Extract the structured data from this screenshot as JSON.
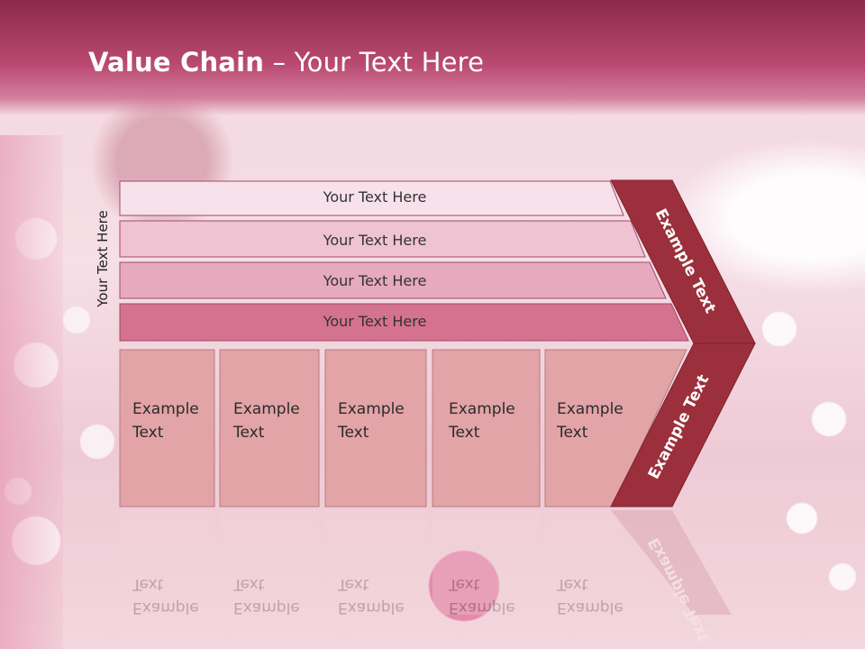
{
  "slide": {
    "title_bold": "Value Chain",
    "title_rest": " – Your Text Here",
    "side_label": "Your Text Here"
  },
  "bars": [
    {
      "label": "Your Text Here",
      "color": "#f7e1ea"
    },
    {
      "label": "Your Text Here",
      "color": "#f0c3d2"
    },
    {
      "label": "Your Text Here",
      "color": "#e6a9bd"
    },
    {
      "label": "Your Text Here",
      "color": "#d4728f"
    }
  ],
  "columns": [
    {
      "line1": "Example",
      "line2": "Text"
    },
    {
      "line1": "Example",
      "line2": "Text"
    },
    {
      "line1": "Example",
      "line2": "Text"
    },
    {
      "line1": "Example",
      "line2": "Text"
    },
    {
      "line1": "Example",
      "line2": "Text"
    }
  ],
  "arrow": {
    "upper_label": "Example Text",
    "lower_label": "Example Text"
  },
  "colors": {
    "title_bar": "#a23a5f",
    "column_fill": "#e2a4a6",
    "arrow_fill": "#9c2f3c"
  }
}
